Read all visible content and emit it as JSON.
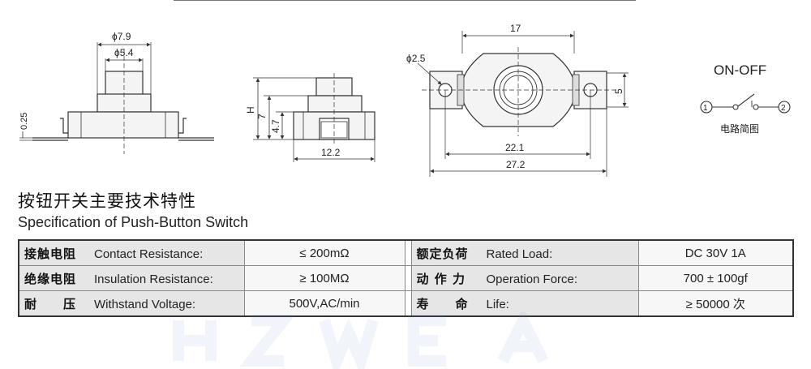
{
  "drawing": {
    "side_view": {
      "dia_outer": "ϕ7.9",
      "dia_inner": "ϕ5.4",
      "terminal_thickness": "0.25"
    },
    "front_view": {
      "height_label": "H",
      "dim_7": "7",
      "dim_4_7": "4.7",
      "width": "12.2"
    },
    "top_view": {
      "hole_dia": "ϕ2.5",
      "body_width": "17",
      "side_height": "5",
      "hole_spacing": "22.1",
      "overall_width": "27.2"
    },
    "circuit": {
      "title": "ON-OFF",
      "terminal_1": "1",
      "terminal_2": "2",
      "caption": "电路简图"
    }
  },
  "spec": {
    "title_cn": "按钮开关主要技术特性",
    "title_en": "Specification of Push-Button Switch",
    "rows": [
      {
        "left_cn": "接触电阻",
        "left_en": "Contact Resistance:",
        "left_value": "≤ 200mΩ",
        "right_cn": "额定负荷",
        "right_en": "Rated Load:",
        "right_value": "DC 30V 1A"
      },
      {
        "left_cn": "绝缘电阻",
        "left_en": "Insulation Resistance:",
        "left_value": "≥ 100MΩ",
        "right_cn": "动 作 力",
        "right_en": "Operation Force:",
        "right_value": "700 ± 100gf"
      },
      {
        "left_cn": "耐　　压",
        "left_en": "Withstand Voltage:",
        "left_value": "500V,AC/min",
        "right_cn": "寿　　命",
        "right_en": "Life:",
        "right_value": "≥ 50000 次"
      }
    ]
  },
  "colors": {
    "line": "#333333",
    "label_bg": "#e6e6e6",
    "value_bg": "#f7f7f7",
    "body_fill": "#f4f4f4"
  }
}
